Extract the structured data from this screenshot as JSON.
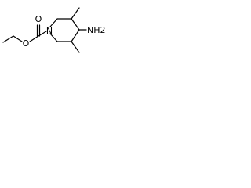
{
  "molecule": {
    "atoms": {
      "carbonyl_oxygen": "O",
      "ester_oxygen": "O",
      "ring_nitrogen": "N",
      "amine": "NH2"
    }
  }
}
